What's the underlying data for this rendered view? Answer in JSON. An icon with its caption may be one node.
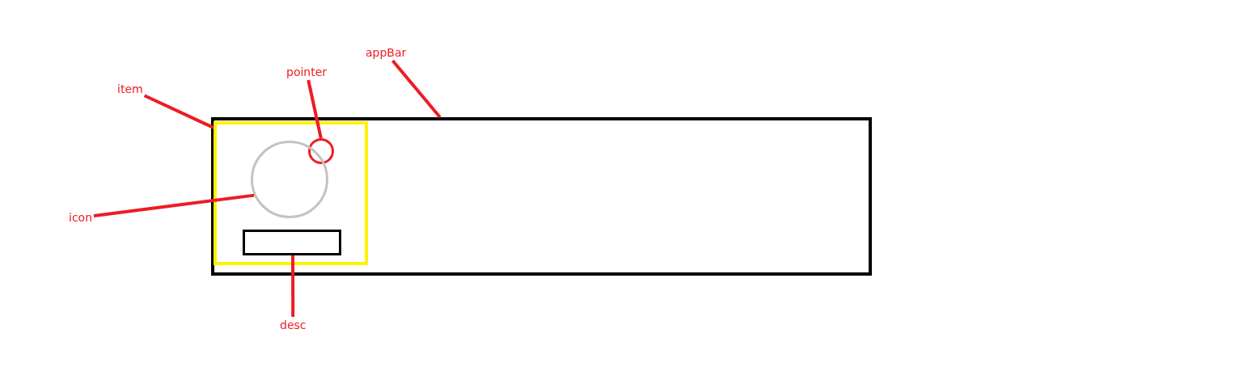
{
  "diagram": {
    "nodes": [
      {
        "text": [],
        "shape": "box"
      },
      {
        "text": [],
        "shape": "box",
        "in": 0
      },
      {
        "text": [],
        "shape": "circle",
        "in": 1
      },
      {
        "text": [],
        "shape": "circle",
        "in": 1
      },
      {
        "text": [],
        "shape": "box",
        "in": 1
      },
      {
        "text": [
          "appBar"
        ]
      },
      {
        "text": [
          "item"
        ]
      },
      {
        "text": [
          "pointer"
        ]
      },
      {
        "text": [
          "icon"
        ]
      },
      {
        "text": [
          "desc"
        ]
      }
    ],
    "edges": [
      {
        "from": 5,
        "to": 0,
        "arrow": "none"
      },
      {
        "from": 6,
        "to": 1,
        "arrow": "none"
      },
      {
        "from": 7,
        "to": 2,
        "arrow": "none"
      },
      {
        "from": 8,
        "to": 3,
        "arrow": "none"
      },
      {
        "from": 9,
        "to": 4,
        "arrow": "none"
      }
    ]
  }
}
